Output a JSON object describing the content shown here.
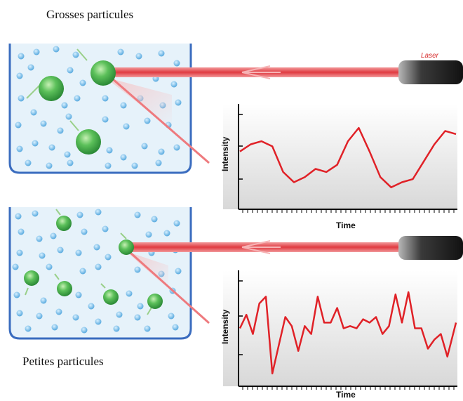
{
  "captions": {
    "large": "Grosses particules",
    "small": "Petites particules"
  },
  "laser": {
    "label": "Laser"
  },
  "graphs": {
    "x_label": "Time",
    "y_label": "Intensity"
  },
  "colors": {
    "laser_beam": "#e8454a",
    "trace": "#e02127",
    "particle_large": "#3fae49",
    "solvent_dot": "#6ab6e6",
    "cuvette_fill": "#e6f2fa",
    "cuvette_border": "#3a6cbf"
  },
  "chart_data": [
    {
      "type": "line",
      "title": "",
      "xlabel": "Time",
      "ylabel": "Intensity",
      "description_key": "large_particles",
      "x": [
        0,
        0.05,
        0.1,
        0.15,
        0.2,
        0.25,
        0.3,
        0.35,
        0.4,
        0.45,
        0.5,
        0.55,
        0.6,
        0.65,
        0.7,
        0.75,
        0.8,
        0.85,
        0.9,
        0.95,
        1.0
      ],
      "y": [
        0.55,
        0.62,
        0.65,
        0.6,
        0.35,
        0.25,
        0.3,
        0.38,
        0.35,
        0.42,
        0.65,
        0.78,
        0.55,
        0.3,
        0.2,
        0.25,
        0.28,
        0.45,
        0.62,
        0.75,
        0.72
      ]
    },
    {
      "type": "line",
      "title": "",
      "xlabel": "Time",
      "ylabel": "Intensity",
      "description_key": "small_particles",
      "x": [
        0,
        0.03,
        0.06,
        0.09,
        0.12,
        0.15,
        0.18,
        0.21,
        0.24,
        0.27,
        0.3,
        0.33,
        0.36,
        0.39,
        0.42,
        0.45,
        0.48,
        0.51,
        0.54,
        0.57,
        0.6,
        0.63,
        0.66,
        0.69,
        0.72,
        0.75,
        0.78,
        0.81,
        0.84,
        0.87,
        0.9,
        0.93,
        0.96,
        1.0
      ],
      "y": [
        0.5,
        0.62,
        0.45,
        0.72,
        0.78,
        0.1,
        0.35,
        0.6,
        0.52,
        0.3,
        0.52,
        0.45,
        0.78,
        0.55,
        0.55,
        0.68,
        0.5,
        0.52,
        0.5,
        0.58,
        0.55,
        0.6,
        0.45,
        0.52,
        0.8,
        0.55,
        0.82,
        0.5,
        0.5,
        0.32,
        0.4,
        0.45,
        0.25,
        0.55
      ]
    }
  ]
}
